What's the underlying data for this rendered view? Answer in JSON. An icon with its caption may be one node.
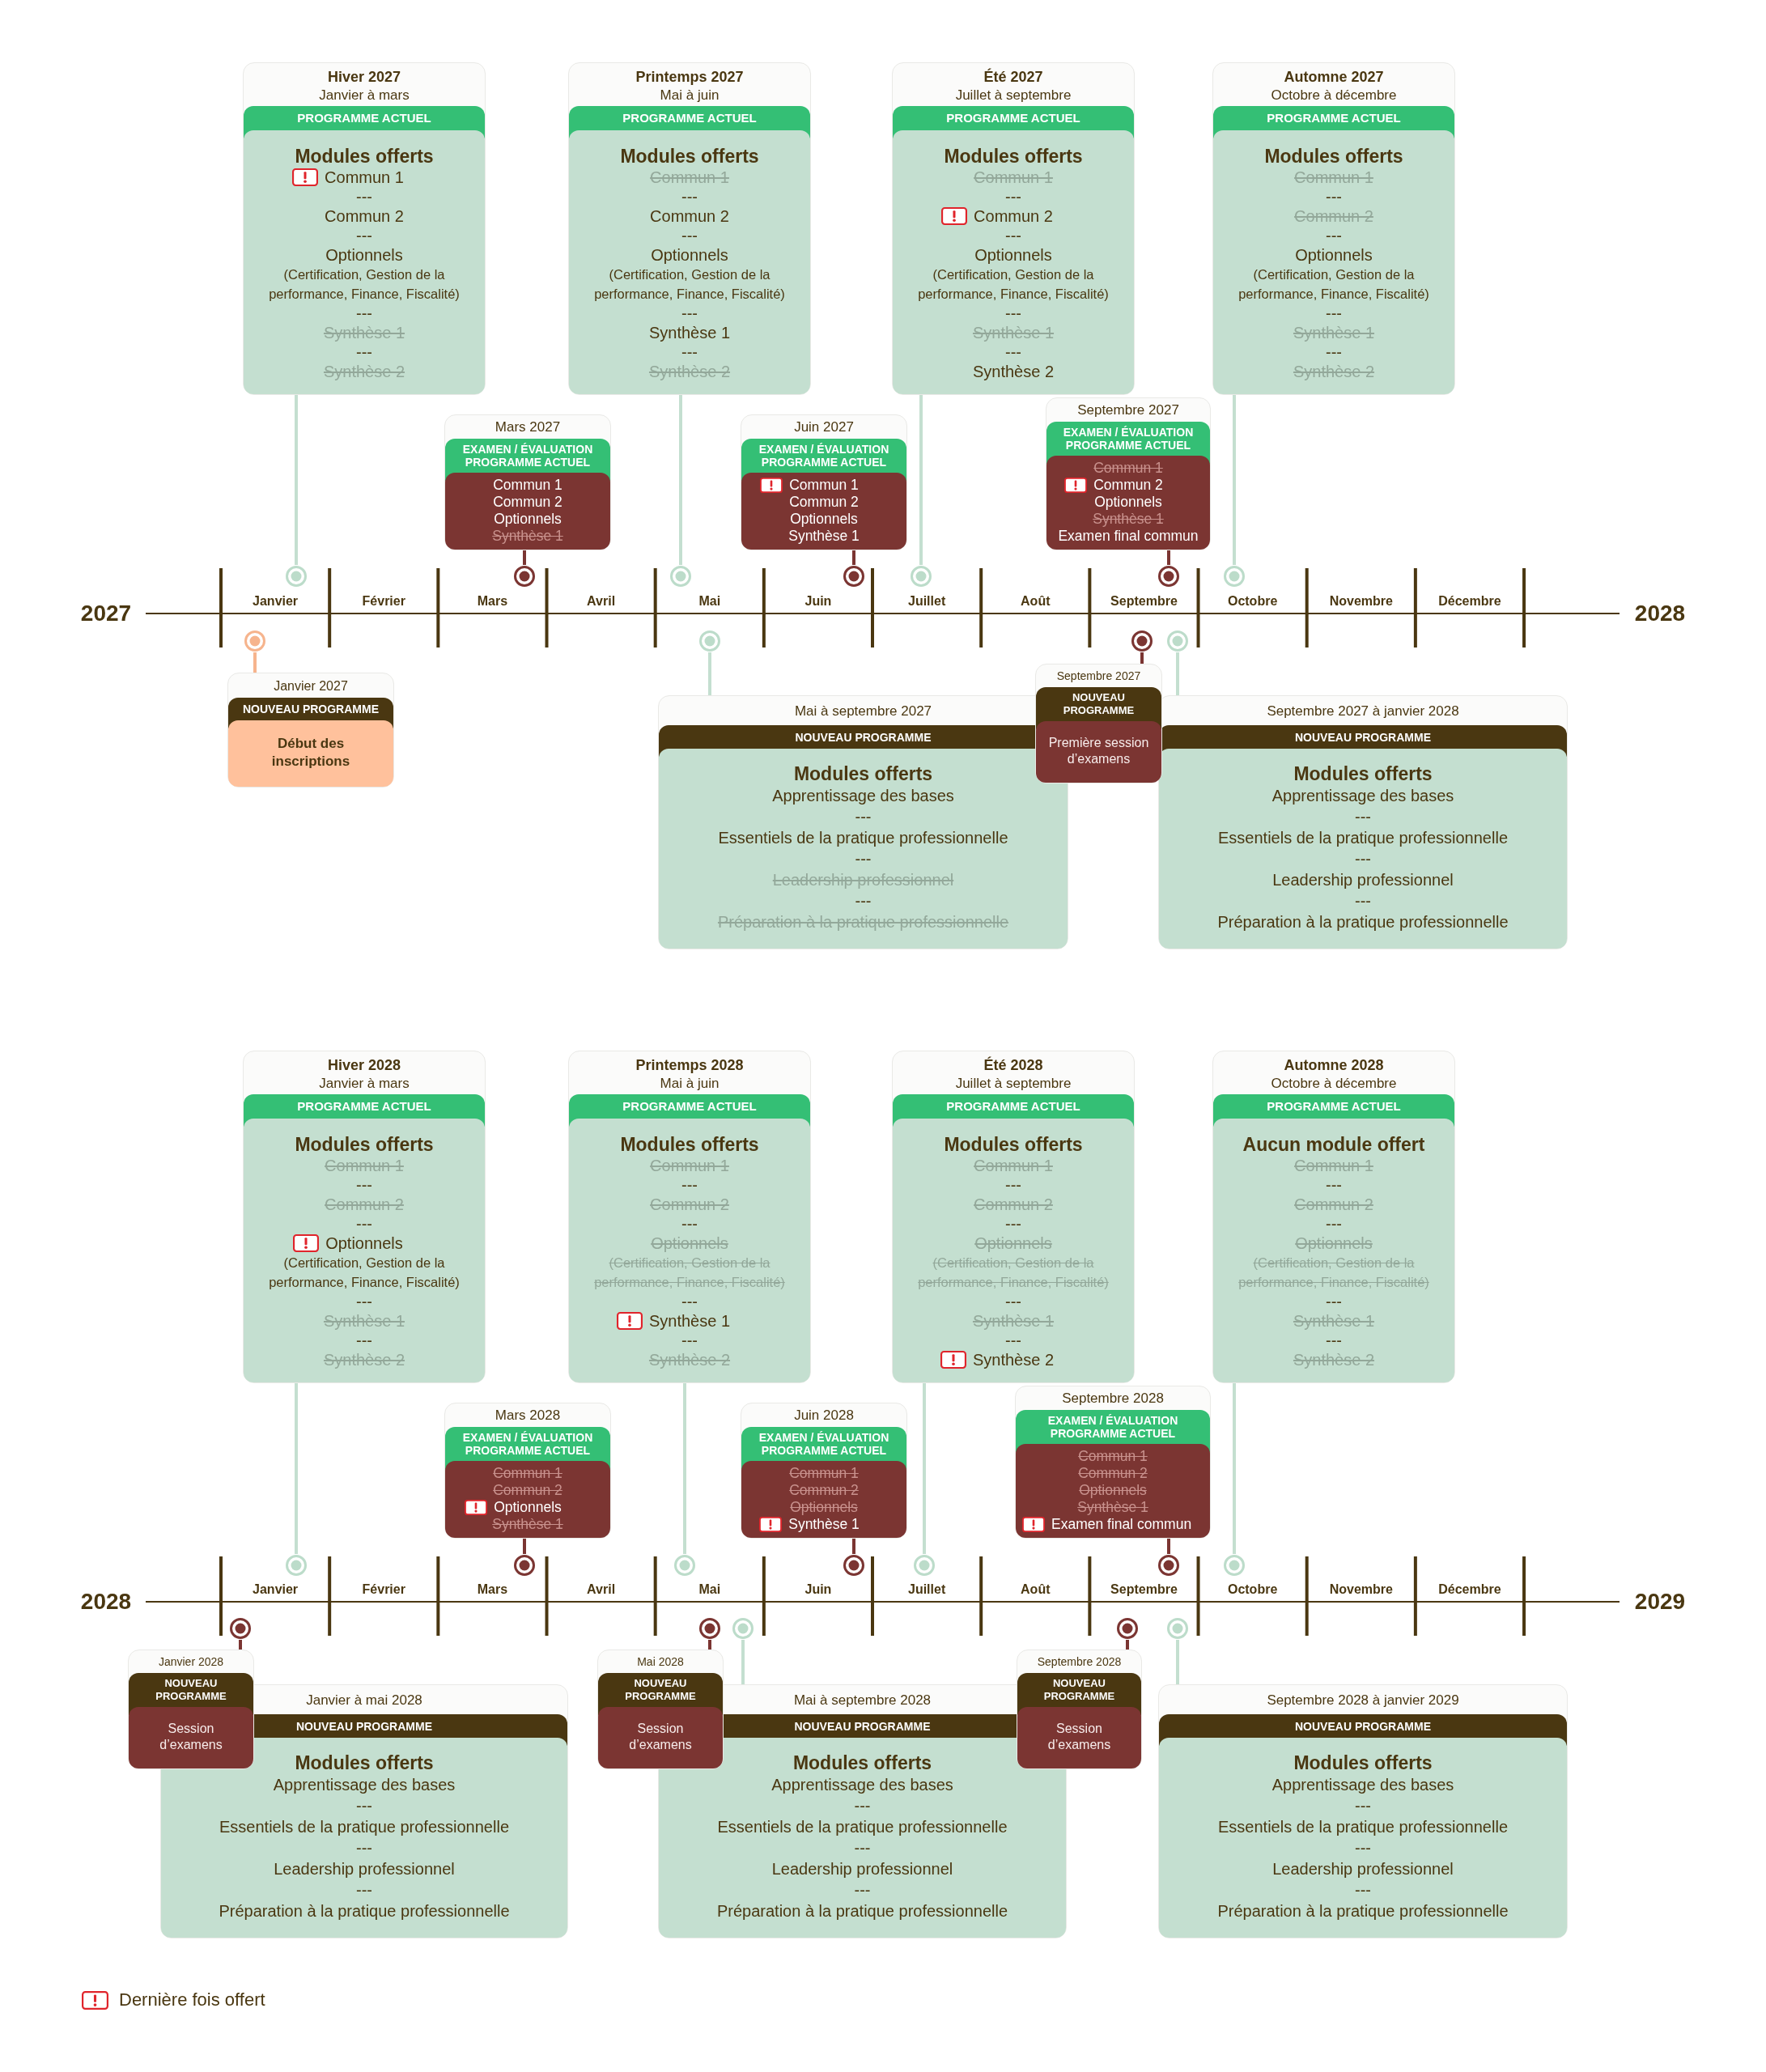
{
  "diagram": {
    "nodes": [
      {
        "text": [
          "Hiver 2027",
          "Janvier à mars",
          "PROGRAMME ACTUEL",
          "Modules offerts",
          "Commun 1",
          "---",
          "Commun 2",
          "---",
          "Optionnels",
          "(Certification, Gestion de la performance, Finance, Fiscalité)",
          "---",
          "Synthèse 1",
          "---",
          "Synthèse 2"
        ]
      },
      {
        "text": [
          "Printemps 2027",
          "Mai à juin",
          "PROGRAMME ACTUEL",
          "Modules offerts",
          "Commun 1",
          "---",
          "Commun 2",
          "---",
          "Optionnels",
          "(Certification, Gestion de la performance, Finance, Fiscalité)",
          "---",
          "Synthèse 1",
          "---",
          "Synthèse 2"
        ]
      },
      {
        "text": [
          "Été 2027",
          "Juillet à septembre",
          "PROGRAMME ACTUEL",
          "Modules offerts",
          "Commun 1",
          "---",
          "Commun 2",
          "---",
          "Optionnels",
          "(Certification, Gestion de la performance, Finance, Fiscalité)",
          "---",
          "Synthèse 1",
          "---",
          "Synthèse 2"
        ]
      },
      {
        "text": [
          "Automne 2027",
          "Octobre à décembre",
          "PROGRAMME ACTUEL",
          "Modules offerts",
          "Commun 1",
          "---",
          "Commun 2",
          "---",
          "Optionnels",
          "(Certification, Gestion de la performance, Finance, Fiscalité)",
          "---",
          "Synthèse 1",
          "---",
          "Synthèse 2"
        ]
      },
      {
        "text": [
          "Mars 2027",
          "EXAMEN / ÉVALUATION",
          "PROGRAMME ACTUEL",
          "Commun 1",
          "Commun 2",
          "Optionnels",
          "Synthèse 1"
        ]
      },
      {
        "text": [
          "Juin 2027",
          "EXAMEN / ÉVALUATION",
          "PROGRAMME ACTUEL",
          "Commun 1",
          "Commun 2",
          "Optionnels",
          "Synthèse 1"
        ]
      },
      {
        "text": [
          "Septembre 2027",
          "EXAMEN / ÉVALUATION",
          "PROGRAMME ACTUEL",
          "Commun 1",
          "Commun 2",
          "Optionnels",
          "Synthèse 1",
          "Examen final commun"
        ]
      },
      {
        "text": [],
        "shape": "circle"
      },
      {
        "text": [],
        "shape": "circle"
      },
      {
        "text": [],
        "shape": "circle"
      },
      {
        "text": [],
        "shape": "circle"
      },
      {
        "text": [],
        "shape": "circle"
      },
      {
        "text": [],
        "shape": "circle"
      },
      {
        "text": [],
        "shape": "circle"
      },
      {
        "text": [],
        "shape": "circle"
      },
      {
        "text": [],
        "shape": "circle"
      },
      {
        "text": [],
        "shape": "circle"
      },
      {
        "text": [],
        "shape": "circle"
      },
      {
        "text": [
          "Janvier 2027",
          "NOUVEAU PROGRAMME",
          "Début des inscriptions"
        ]
      },
      {
        "text": [
          "Mai à septembre 2027",
          "NOUVEAU PROGRAMME",
          "Modules offerts",
          "Apprentissage des bases",
          "---",
          "Essentiels de la pratique professionnelle",
          "---",
          "Leadership professionnel",
          "---",
          "Préparation à la pratique professionnelle"
        ]
      },
      {
        "text": [
          "Septembre 2027",
          "NOUVEAU PROGRAMME",
          "Première session d’examens"
        ]
      },
      {
        "text": [
          "Septembre 2027 à janvier 2028",
          "NOUVEAU PROGRAMME",
          "Modules offerts",
          "Apprentissage des bases",
          "---",
          "Essentiels de la pratique professionnelle",
          "---",
          "Leadership professionnel",
          "---",
          "Préparation à la pratique professionnelle"
        ]
      },
      {
        "text": [
          "Hiver 2028",
          "Janvier à mars",
          "PROGRAMME ACTUEL",
          "Modules offerts",
          "Commun 1",
          "---",
          "Commun 2",
          "---",
          "Optionnels",
          "(Certification, Gestion de la performance, Finance, Fiscalité)",
          "---",
          "Synthèse 1",
          "---",
          "Synthèse 2"
        ]
      },
      {
        "text": [
          "Printemps 2028",
          "Mai à juin",
          "PROGRAMME ACTUEL",
          "Modules offerts",
          "Commun 1",
          "---",
          "Commun 2",
          "---",
          "Optionnels",
          "(Certification, Gestion de la performance, Finance, Fiscalité)",
          "---",
          "Synthèse 1",
          "---",
          "Synthèse 2"
        ]
      },
      {
        "text": [
          "Été 2028",
          "Juillet à septembre",
          "PROGRAMME ACTUEL",
          "Modules offerts",
          "Commun 1",
          "---",
          "Commun 2",
          "---",
          "Optionnels",
          "(Certification, Gestion de la performance, Finance, Fiscalité)",
          "---",
          "Synthèse 1",
          "---",
          "Synthèse 2"
        ]
      },
      {
        "text": [
          "Automne 2028",
          "Octobre à décembre",
          "PROGRAMME ACTUEL",
          "Aucun module offert",
          "Commun 1",
          "---",
          "Commun 2",
          "---",
          "Optionnels",
          "(Certification, Gestion de la performance, Finance, Fiscalité)",
          "---",
          "Synthèse 1",
          "---",
          "Synthèse 2"
        ]
      },
      {
        "text": [
          "Mars 2028",
          "EXAMEN / ÉVALUATION",
          "PROGRAMME ACTUEL",
          "Commun 1",
          "Commun 2",
          "Optionnels",
          "Synthèse 1"
        ]
      },
      {
        "text": [
          "Juin 2028",
          "EXAMEN / ÉVALUATION",
          "PROGRAMME ACTUEL",
          "Commun 1",
          "Commun 2",
          "Optionnels",
          "Synthèse 1"
        ]
      },
      {
        "text": [
          "Septembre 2028",
          "EXAMEN / ÉVALUATION",
          "PROGRAMME ACTUEL",
          "Commun 1",
          "Commun 2",
          "Optionnels",
          "Synthèse 1",
          "Examen final commun"
        ]
      },
      {
        "text": [],
        "shape": "circle"
      },
      {
        "text": [],
        "shape": "circle"
      },
      {
        "text": [],
        "shape": "circle"
      },
      {
        "text": [],
        "shape": "circle"
      },
      {
        "text": [],
        "shape": "circle"
      },
      {
        "text": [],
        "shape": "circle"
      },
      {
        "text": [],
        "shape": "circle"
      },
      {
        "text": [],
        "shape": "circle"
      },
      {
        "text": [],
        "shape": "circle"
      },
      {
        "text": [],
        "shape": "circle"
      },
      {
        "text": [],
        "shape": "circle"
      },
      {
        "text": [],
        "shape": "circle"
      },
      {
        "text": [
          "Janvier 2028",
          "NOUVEAU PROGRAMME",
          "Session d’examens"
        ]
      },
      {
        "text": [
          "Janvier à mai 2028",
          "NOUVEAU PROGRAMME",
          "Modules offerts",
          "Apprentissage des bases",
          "---",
          "Essentiels de la pratique professionnelle",
          "---",
          "Leadership professionnel",
          "---",
          "Préparation à la pratique professionnelle"
        ]
      },
      {
        "text": [
          "Mai 2028",
          "NOUVEAU PROGRAMME",
          "Session d’examens"
        ]
      },
      {
        "text": [
          "Mai à septembre 2028",
          "NOUVEAU PROGRAMME",
          "Modules offerts",
          "Apprentissage des bases",
          "---",
          "Essentiels de la pratique professionnelle",
          "---",
          "Leadership professionnel",
          "---",
          "Préparation à la pratique professionnelle"
        ]
      },
      {
        "text": [
          "Septembre 2028",
          "NOUVEAU PROGRAMME",
          "Session d’examens"
        ]
      },
      {
        "text": [
          "Septembre 2028 à janvier 2029",
          "NOUVEAU PROGRAMME",
          "Modules offerts",
          "Apprentissage des bases",
          "---",
          "Essentiels de la pratique professionnelle",
          "---",
          "Leadership professionnel",
          "---",
          "Préparation à la pratique professionnelle"
        ]
      }
    ],
    "edges": [
      {
        "from": 0,
        "to": 7,
        "arrow": "none"
      },
      {
        "from": 4,
        "to": 8,
        "arrow": "none",
        "color": "#7b3532"
      },
      {
        "from": 1,
        "to": 9,
        "arrow": "none"
      },
      {
        "from": 5,
        "to": 10,
        "arrow": "none",
        "color": "#7b3532"
      },
      {
        "from": 2,
        "to": 11,
        "arrow": "none"
      },
      {
        "from": 6,
        "to": 12,
        "arrow": "none",
        "color": "#7b3532"
      },
      {
        "from": 3,
        "to": 13,
        "arrow": "none"
      },
      {
        "from": 18,
        "to": 14,
        "arrow": "none",
        "color": "#f6b48d"
      },
      {
        "from": 19,
        "to": 15,
        "arrow": "none"
      },
      {
        "from": 20,
        "to": 16,
        "arrow": "none",
        "color": "#7b3532"
      },
      {
        "from": 21,
        "to": 17,
        "arrow": "none"
      },
      {
        "from": 22,
        "to": 29,
        "arrow": "none"
      },
      {
        "from": 26,
        "to": 30,
        "arrow": "none",
        "color": "#7b3532"
      },
      {
        "from": 23,
        "to": 31,
        "arrow": "none"
      },
      {
        "from": 27,
        "to": 32,
        "arrow": "none",
        "color": "#7b3532"
      },
      {
        "from": 24,
        "to": 33,
        "arrow": "none"
      },
      {
        "from": 28,
        "to": 34,
        "arrow": "none",
        "color": "#7b3532"
      },
      {
        "from": 25,
        "to": 35,
        "arrow": "none"
      },
      {
        "from": 41,
        "to": 36,
        "arrow": "none",
        "color": "#7b3532"
      },
      {
        "from": 43,
        "to": 37,
        "arrow": "none",
        "color": "#7b3532"
      },
      {
        "from": 44,
        "to": 38,
        "arrow": "none"
      },
      {
        "from": 45,
        "to": 39,
        "arrow": "none",
        "color": "#7b3532"
      },
      {
        "from": 46,
        "to": 40,
        "arrow": "none"
      }
    ],
    "labels": [
      "2027",
      "Janvier",
      "Février",
      "Mars",
      "Avril",
      "Mai",
      "Juin",
      "Juillet",
      "Août",
      "Septembre",
      "Octobre",
      "Novembre",
      "Décembre",
      "2028",
      "2028",
      "Janvier",
      "Février",
      "Mars",
      "Avril",
      "Mai",
      "Juin",
      "Juillet",
      "Août",
      "Septembre",
      "Octobre",
      "Novembre",
      "Décembre",
      "2029"
    ],
    "legend": [
      {
        "text": "Dernière fois offert"
      }
    ]
  }
}
